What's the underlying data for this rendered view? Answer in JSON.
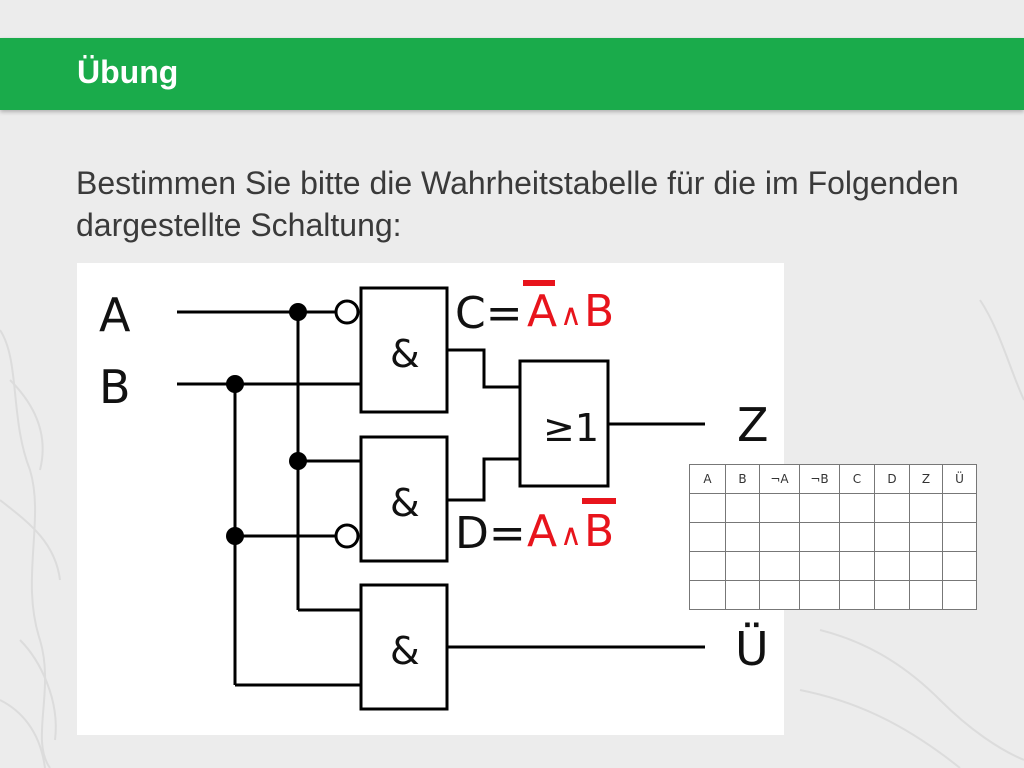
{
  "slide": {
    "title": "Übung",
    "instruction": "Bestimmen Sie bitte die Wahrheitstabelle für die im Folgenden dargestellte Schaltung:"
  },
  "circuit": {
    "input_a": "A",
    "input_b": "B",
    "gate_and_symbol": "&",
    "gate_or_symbol": "≥1",
    "output_z": "Z",
    "output_u": "Ü",
    "expr_c_prefix": "C=",
    "expr_c_left": "A",
    "expr_c_op": "∧",
    "expr_c_right": "B",
    "expr_d_prefix": "D=",
    "expr_d_left": "A",
    "expr_d_op": "∧",
    "expr_d_right": "B",
    "expr_color": "#e8141c"
  },
  "truth_table": {
    "headers": [
      "A",
      "B",
      "¬A",
      "¬B",
      "C",
      "D",
      "Z",
      "Ü"
    ],
    "rows": [
      [
        "",
        "",
        "",
        "",
        "",
        "",
        "",
        ""
      ],
      [
        "",
        "",
        "",
        "",
        "",
        "",
        "",
        ""
      ],
      [
        "",
        "",
        "",
        "",
        "",
        "",
        "",
        ""
      ],
      [
        "",
        "",
        "",
        "",
        "",
        "",
        "",
        ""
      ]
    ]
  },
  "colors": {
    "header_green": "#1aab4b",
    "background": "#ececec"
  }
}
